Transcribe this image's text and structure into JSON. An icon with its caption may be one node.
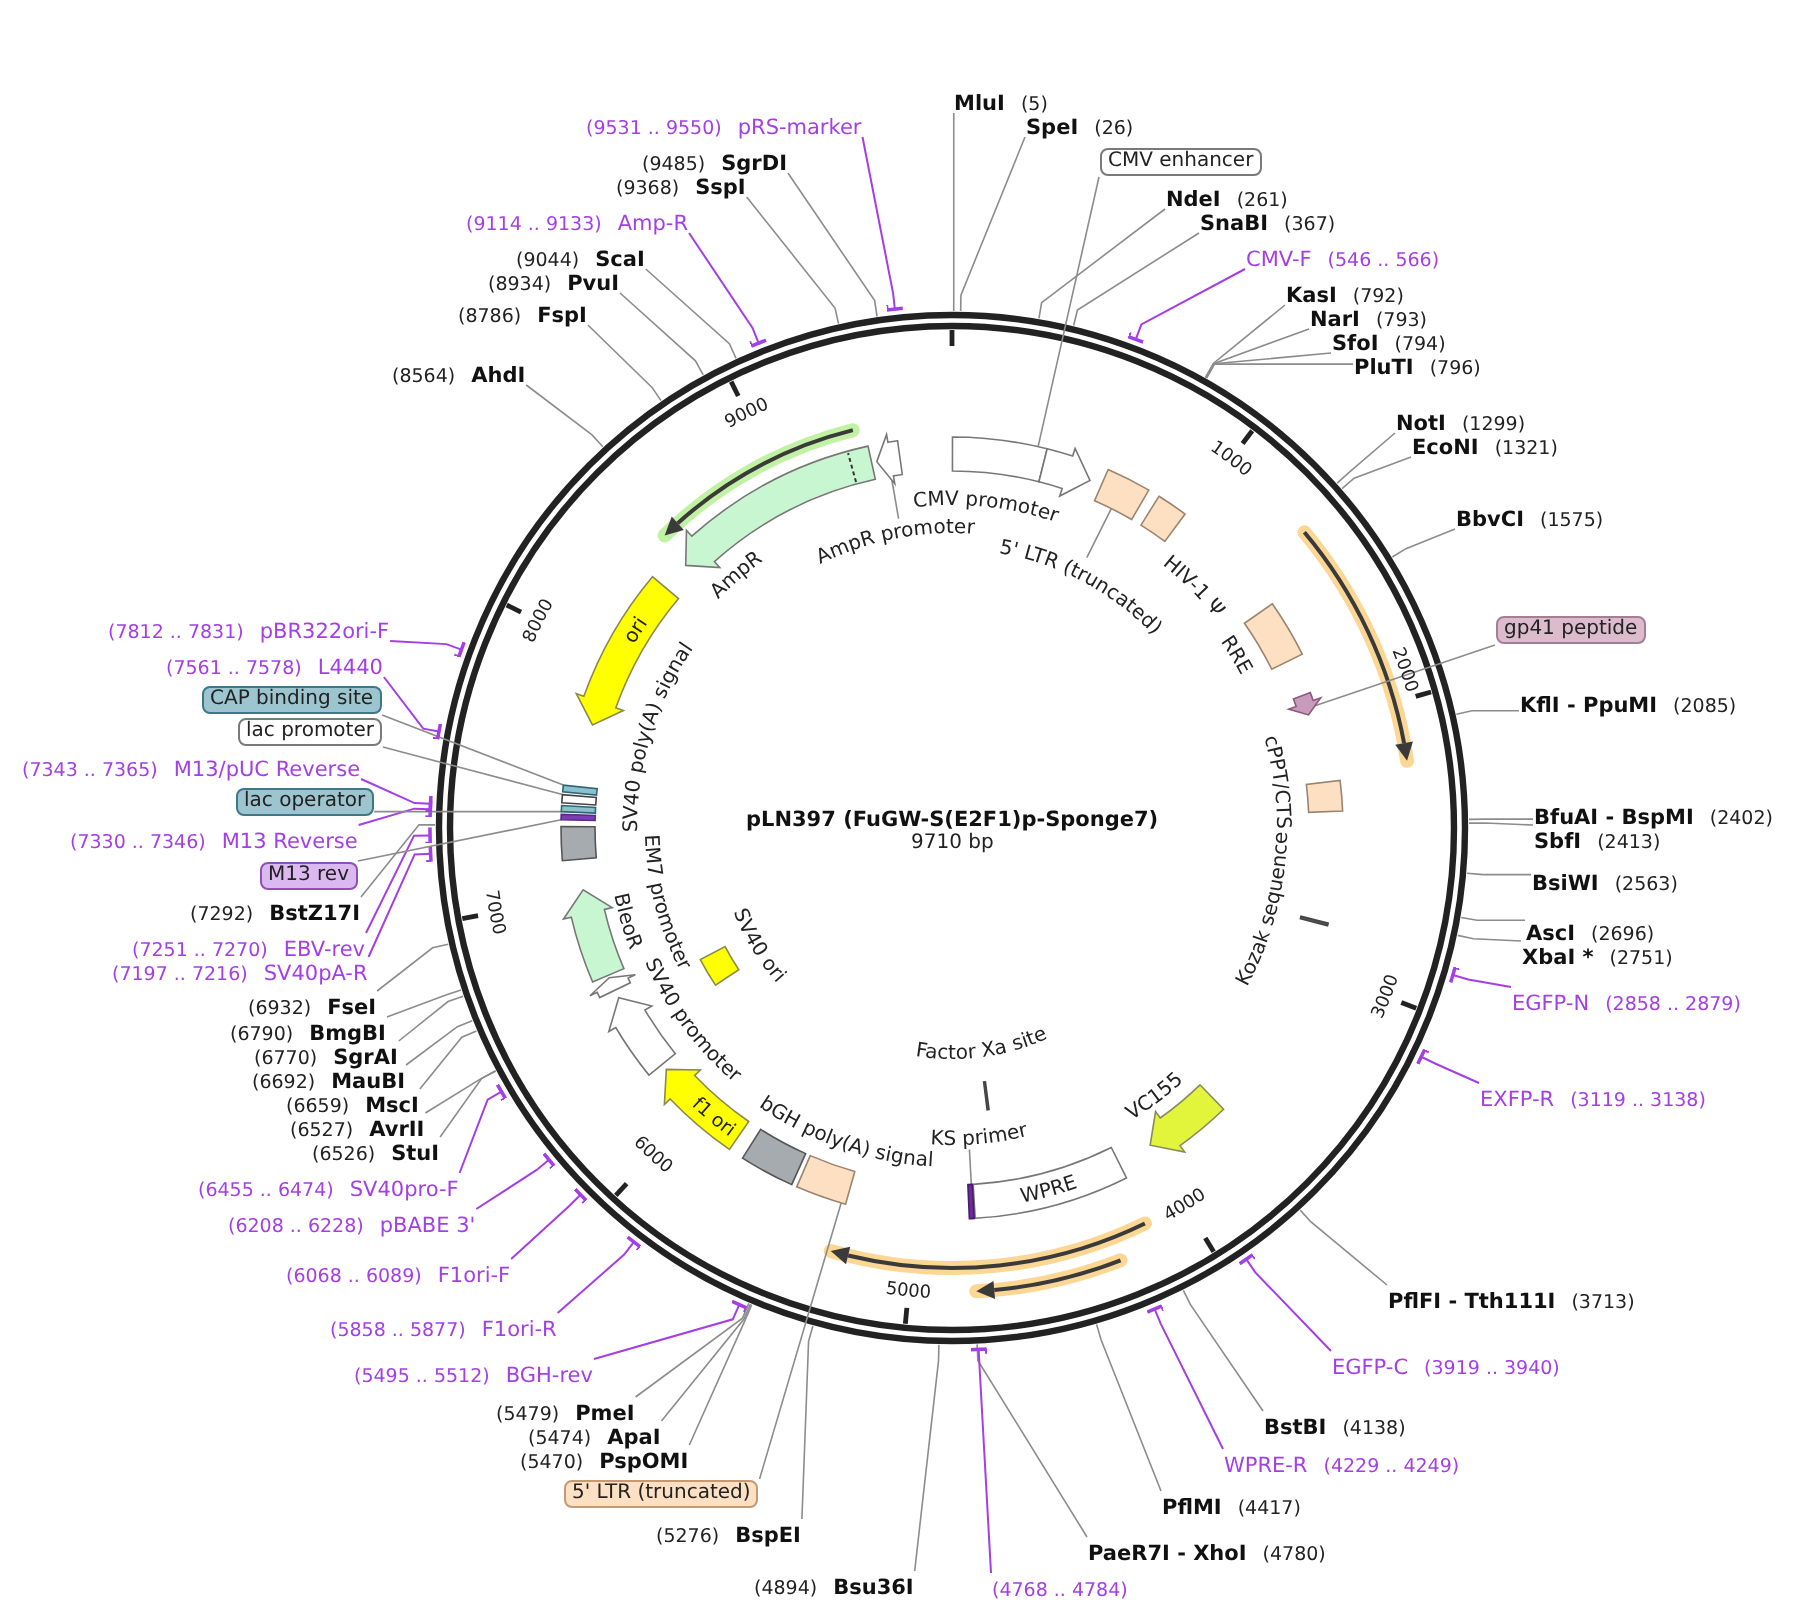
{
  "diagram": {
    "title": "pLN397 (FuGW-S(E2F1)p-Sponge7)",
    "nodes": [
      {
        "text": [
          "MluI",
          "(5)"
        ]
      },
      {
        "text": [
          "SpeI",
          "(26)"
        ]
      },
      {
        "text": [
          "CMV enhancer"
        ]
      },
      {
        "text": [
          "NdeI",
          "(261)"
        ]
      },
      {
        "text": [
          "SnaBI",
          "(367)"
        ]
      },
      {
        "text": [
          "CMV-F",
          "(546 .. 566)"
        ]
      },
      {
        "text": [
          "KasI",
          "(792)"
        ]
      },
      {
        "text": [
          "NarI",
          "(793)"
        ]
      },
      {
        "text": [
          "SfoI",
          "(794)"
        ]
      },
      {
        "text": [
          "PluTI",
          "(796)"
        ]
      },
      {
        "text": [
          "NotI",
          "(1299)"
        ]
      },
      {
        "text": [
          "EcoNI",
          "(1321)"
        ]
      },
      {
        "text": [
          "BbvCI",
          "(1575)"
        ]
      },
      {
        "text": [
          "gp41 peptide"
        ]
      },
      {
        "text": [
          "KflI - PpuMI",
          "(2085)"
        ]
      },
      {
        "text": [
          "BfuAI - BspMI",
          "(2402)"
        ]
      },
      {
        "text": [
          "SbfI",
          "(2413)"
        ]
      },
      {
        "text": [
          "BsiWI",
          "(2563)"
        ]
      },
      {
        "text": [
          "AscI",
          "(2696)"
        ]
      },
      {
        "text": [
          "XbaI *",
          "(2751)"
        ]
      },
      {
        "text": [
          "EGFP-N",
          "(2858 .. 2879)"
        ]
      },
      {
        "text": [
          "EXFP-R",
          "(3119 .. 3138)"
        ]
      },
      {
        "text": [
          "PflFI - Tth111I",
          "(3713)"
        ]
      },
      {
        "text": [
          "EGFP-C",
          "(3919 .. 3940)"
        ]
      },
      {
        "text": [
          "BstBI",
          "(4138)"
        ]
      },
      {
        "text": [
          "WPRE-R",
          "(4229 .. 4249)"
        ]
      },
      {
        "text": [
          "PflMI",
          "(4417)"
        ]
      },
      {
        "text": [
          "PaeR7I - XhoI",
          "(4780)"
        ]
      },
      {
        "text": [
          "(4768 .. 4784)"
        ]
      },
      {
        "text": [
          "(4894)",
          "Bsu36I"
        ]
      },
      {
        "text": [
          "(5276)",
          "BspEI"
        ]
      },
      {
        "text": [
          "5' LTR (truncated)"
        ]
      },
      {
        "text": [
          "(5470)",
          "PspOMI"
        ]
      },
      {
        "text": [
          "(5474)",
          "ApaI"
        ]
      },
      {
        "text": [
          "(5479)",
          "PmeI"
        ]
      },
      {
        "text": [
          "(5495 .. 5512)",
          "BGH-rev"
        ]
      },
      {
        "text": [
          "(5858 .. 5877)",
          "F1ori-R"
        ]
      },
      {
        "text": [
          "(6068 .. 6089)",
          "F1ori-F"
        ]
      },
      {
        "text": [
          "(6208 .. 6228)",
          "pBABE 3'"
        ]
      },
      {
        "text": [
          "(6455 .. 6474)",
          "SV40pro-F"
        ]
      },
      {
        "text": [
          "(6526)",
          "StuI"
        ]
      },
      {
        "text": [
          "(6527)",
          "AvrII"
        ]
      },
      {
        "text": [
          "(6659)",
          "MscI"
        ]
      },
      {
        "text": [
          "(6692)",
          "MauBI"
        ]
      },
      {
        "text": [
          "(6770)",
          "SgrAI"
        ]
      },
      {
        "text": [
          "(6790)",
          "BmgBI"
        ]
      },
      {
        "text": [
          "(6932)",
          "FseI"
        ]
      },
      {
        "text": [
          "(7197 .. 7216)",
          "SV40pA-R"
        ]
      },
      {
        "text": [
          "(7251 .. 7270)",
          "EBV-rev"
        ]
      },
      {
        "text": [
          "(7292)",
          "BstZ17I"
        ]
      },
      {
        "text": [
          "M13 rev"
        ]
      },
      {
        "text": [
          "(7330 .. 7346)",
          "M13 Reverse"
        ]
      },
      {
        "text": [
          "lac operator"
        ]
      },
      {
        "text": [
          "(7343 .. 7365)",
          "M13/pUC Reverse"
        ]
      },
      {
        "text": [
          "lac promoter"
        ]
      },
      {
        "text": [
          "CAP binding site"
        ]
      },
      {
        "text": [
          "(7561 .. 7578)",
          "L4440"
        ]
      },
      {
        "text": [
          "(7812 .. 7831)",
          "pBR322ori-F"
        ]
      },
      {
        "text": [
          "(8564)",
          "AhdI"
        ]
      },
      {
        "text": [
          "(8786)",
          "FspI"
        ]
      },
      {
        "text": [
          "(8934)",
          "PvuI"
        ]
      },
      {
        "text": [
          "(9044)",
          "ScaI"
        ]
      },
      {
        "text": [
          "(9114 .. 9133)",
          "Amp-R"
        ]
      },
      {
        "text": [
          "(9368)",
          "SspI"
        ]
      },
      {
        "text": [
          "(9485)",
          "SgrDI"
        ]
      },
      {
        "text": [
          "(9531 .. 9550)",
          "pRS-marker"
        ]
      },
      {
        "text": [],
        "shape": "box"
      },
      {
        "text": [
          "5' LTR (truncated)"
        ]
      },
      {
        "text": [],
        "shape": "box"
      },
      {
        "text": [],
        "shape": "arrow"
      },
      {
        "text": [
          "WPRE"
        ]
      },
      {
        "text": [
          "KS primer"
        ]
      },
      {
        "text": [],
        "shape": "bar"
      },
      {
        "text": [],
        "shape": "box"
      },
      {
        "text": [
          "f1 ori"
        ]
      },
      {
        "text": [],
        "shape": "bar"
      },
      {
        "text": [],
        "shape": "bar"
      },
      {
        "text": [],
        "shape": "bar"
      },
      {
        "text": [],
        "shape": "bar"
      },
      {
        "text": [
          "ori"
        ]
      },
      {
        "text": [
          "AmpR promoter"
        ]
      },
      {
        "text": [],
        "shape": "arrow"
      },
      {
        "text": [],
        "shape": "arrow"
      },
      {
        "text": [],
        "shape": "box"
      },
      {
        "text": [],
        "shape": "box"
      },
      {
        "text": [],
        "shape": "box"
      },
      {
        "text": [],
        "shape": "bar"
      },
      {
        "text": [],
        "shape": "arrow"
      },
      {
        "text": [],
        "shape": "bar"
      },
      {
        "text": [],
        "shape": "box"
      },
      {
        "text": [],
        "shape": "arrow"
      },
      {
        "text": [],
        "shape": "box"
      },
      {
        "text": [],
        "shape": "arrow"
      },
      {
        "text": [],
        "shape": "arrow"
      },
      {
        "text": [],
        "shape": "box"
      },
      {
        "text": [],
        "shape": "arrow"
      }
    ],
    "edges": [
      {
        "from": 0,
        "to": null,
        "arrow": "none"
      },
      {
        "from": 1,
        "to": null,
        "arrow": "none"
      },
      {
        "from": 2,
        "to": 66,
        "arrow": "none"
      },
      {
        "from": 3,
        "to": null,
        "arrow": "none"
      },
      {
        "from": 4,
        "to": null,
        "arrow": "none"
      },
      {
        "from": 5,
        "to": null,
        "arrow": "other",
        "color": "#a43ee6"
      },
      {
        "from": 6,
        "to": null,
        "arrow": "none"
      },
      {
        "from": 7,
        "to": null,
        "arrow": "none"
      },
      {
        "from": 8,
        "to": null,
        "arrow": "none"
      },
      {
        "from": 9,
        "to": null,
        "arrow": "none"
      },
      {
        "from": 10,
        "to": null,
        "arrow": "none"
      },
      {
        "from": 11,
        "to": null,
        "arrow": "none"
      },
      {
        "from": 12,
        "to": null,
        "arrow": "none"
      },
      {
        "from": 13,
        "to": 69,
        "arrow": "none"
      },
      {
        "from": 14,
        "to": null,
        "arrow": "none"
      },
      {
        "from": 15,
        "to": null,
        "arrow": "none"
      },
      {
        "from": 16,
        "to": null,
        "arrow": "none"
      },
      {
        "from": 17,
        "to": null,
        "arrow": "none"
      },
      {
        "from": 18,
        "to": null,
        "arrow": "none"
      },
      {
        "from": 19,
        "to": null,
        "arrow": "none"
      },
      {
        "from": 20,
        "to": null,
        "arrow": "other",
        "color": "#a43ee6"
      },
      {
        "from": 21,
        "to": null,
        "arrow": "other",
        "color": "#a43ee6"
      },
      {
        "from": 22,
        "to": null,
        "arrow": "none"
      },
      {
        "from": 23,
        "to": null,
        "arrow": "other",
        "color": "#a43ee6"
      },
      {
        "from": 24,
        "to": null,
        "arrow": "none"
      },
      {
        "from": 25,
        "to": null,
        "arrow": "other",
        "color": "#a43ee6"
      },
      {
        "from": 26,
        "to": null,
        "arrow": "none"
      },
      {
        "from": 27,
        "to": null,
        "arrow": "none"
      },
      {
        "from": 28,
        "to": null,
        "arrow": "other",
        "color": "#a43ee6"
      },
      {
        "from": 29,
        "to": null,
        "arrow": "none"
      },
      {
        "from": 30,
        "to": null,
        "arrow": "none"
      },
      {
        "from": 31,
        "to": 73,
        "arrow": "none"
      },
      {
        "from": 32,
        "to": null,
        "arrow": "none"
      },
      {
        "from": 33,
        "to": null,
        "arrow": "none"
      },
      {
        "from": 34,
        "to": null,
        "arrow": "none"
      },
      {
        "from": 35,
        "to": null,
        "arrow": "other",
        "color": "#a43ee6"
      },
      {
        "from": 36,
        "to": null,
        "arrow": "other",
        "color": "#a43ee6"
      },
      {
        "from": 37,
        "to": null,
        "arrow": "other",
        "color": "#a43ee6"
      },
      {
        "from": 38,
        "to": null,
        "arrow": "other",
        "color": "#a43ee6"
      },
      {
        "from": 39,
        "to": null,
        "arrow": "other",
        "color": "#a43ee6"
      },
      {
        "from": 40,
        "to": null,
        "arrow": "none"
      },
      {
        "from": 41,
        "to": null,
        "arrow": "none"
      },
      {
        "from": 42,
        "to": null,
        "arrow": "none"
      },
      {
        "from": 43,
        "to": null,
        "arrow": "none"
      },
      {
        "from": 44,
        "to": null,
        "arrow": "none"
      },
      {
        "from": 45,
        "to": null,
        "arrow": "none"
      },
      {
        "from": 46,
        "to": null,
        "arrow": "none"
      },
      {
        "from": 47,
        "to": null,
        "arrow": "other",
        "color": "#a43ee6"
      },
      {
        "from": 48,
        "to": null,
        "arrow": "other",
        "color": "#a43ee6"
      },
      {
        "from": 49,
        "to": null,
        "arrow": "none"
      },
      {
        "from": 50,
        "to": 75,
        "arrow": "none"
      },
      {
        "from": 51,
        "to": null,
        "arrow": "other",
        "color": "#a43ee6"
      },
      {
        "from": 52,
        "to": 76,
        "arrow": "none"
      },
      {
        "from": 53,
        "to": null,
        "arrow": "other",
        "color": "#a43ee6"
      },
      {
        "from": 54,
        "to": 77,
        "arrow": "none"
      },
      {
        "from": 55,
        "to": 78,
        "arrow": "none"
      },
      {
        "from": 56,
        "to": null,
        "arrow": "other",
        "color": "#a43ee6"
      },
      {
        "from": 57,
        "to": null,
        "arrow": "other",
        "color": "#a43ee6"
      },
      {
        "from": 58,
        "to": null,
        "arrow": "none"
      },
      {
        "from": 59,
        "to": null,
        "arrow": "none"
      },
      {
        "from": 60,
        "to": null,
        "arrow": "none"
      },
      {
        "from": 61,
        "to": null,
        "arrow": "none"
      },
      {
        "from": 62,
        "to": null,
        "arrow": "other",
        "color": "#a43ee6"
      },
      {
        "from": 63,
        "to": null,
        "arrow": "none"
      },
      {
        "from": 64,
        "to": null,
        "arrow": "none"
      },
      {
        "from": 65,
        "to": null,
        "arrow": "other",
        "color": "#a43ee6"
      },
      {
        "from": 67,
        "to": 68,
        "arrow": "none"
      },
      {
        "from": 71,
        "to": 72,
        "arrow": "none"
      },
      {
        "from": 80,
        "to": 81,
        "arrow": "none"
      }
    ],
    "labels": [
      "9710 bp",
      "1000",
      "2000",
      "3000",
      "4000",
      "5000",
      "6000",
      "7000",
      "8000",
      "9000",
      "CMV promoter",
      "HIV-1 Ψ",
      "RRE",
      "cPPT/CTS",
      "Kozak sequence",
      "VC155",
      "Factor Xa site",
      "bGH poly(A) signal",
      "SV40 promoter",
      "SV40 ori",
      "EM7 promoter",
      "BleoR",
      "SV40 poly(A) signal",
      "AmpR"
    ]
  }
}
